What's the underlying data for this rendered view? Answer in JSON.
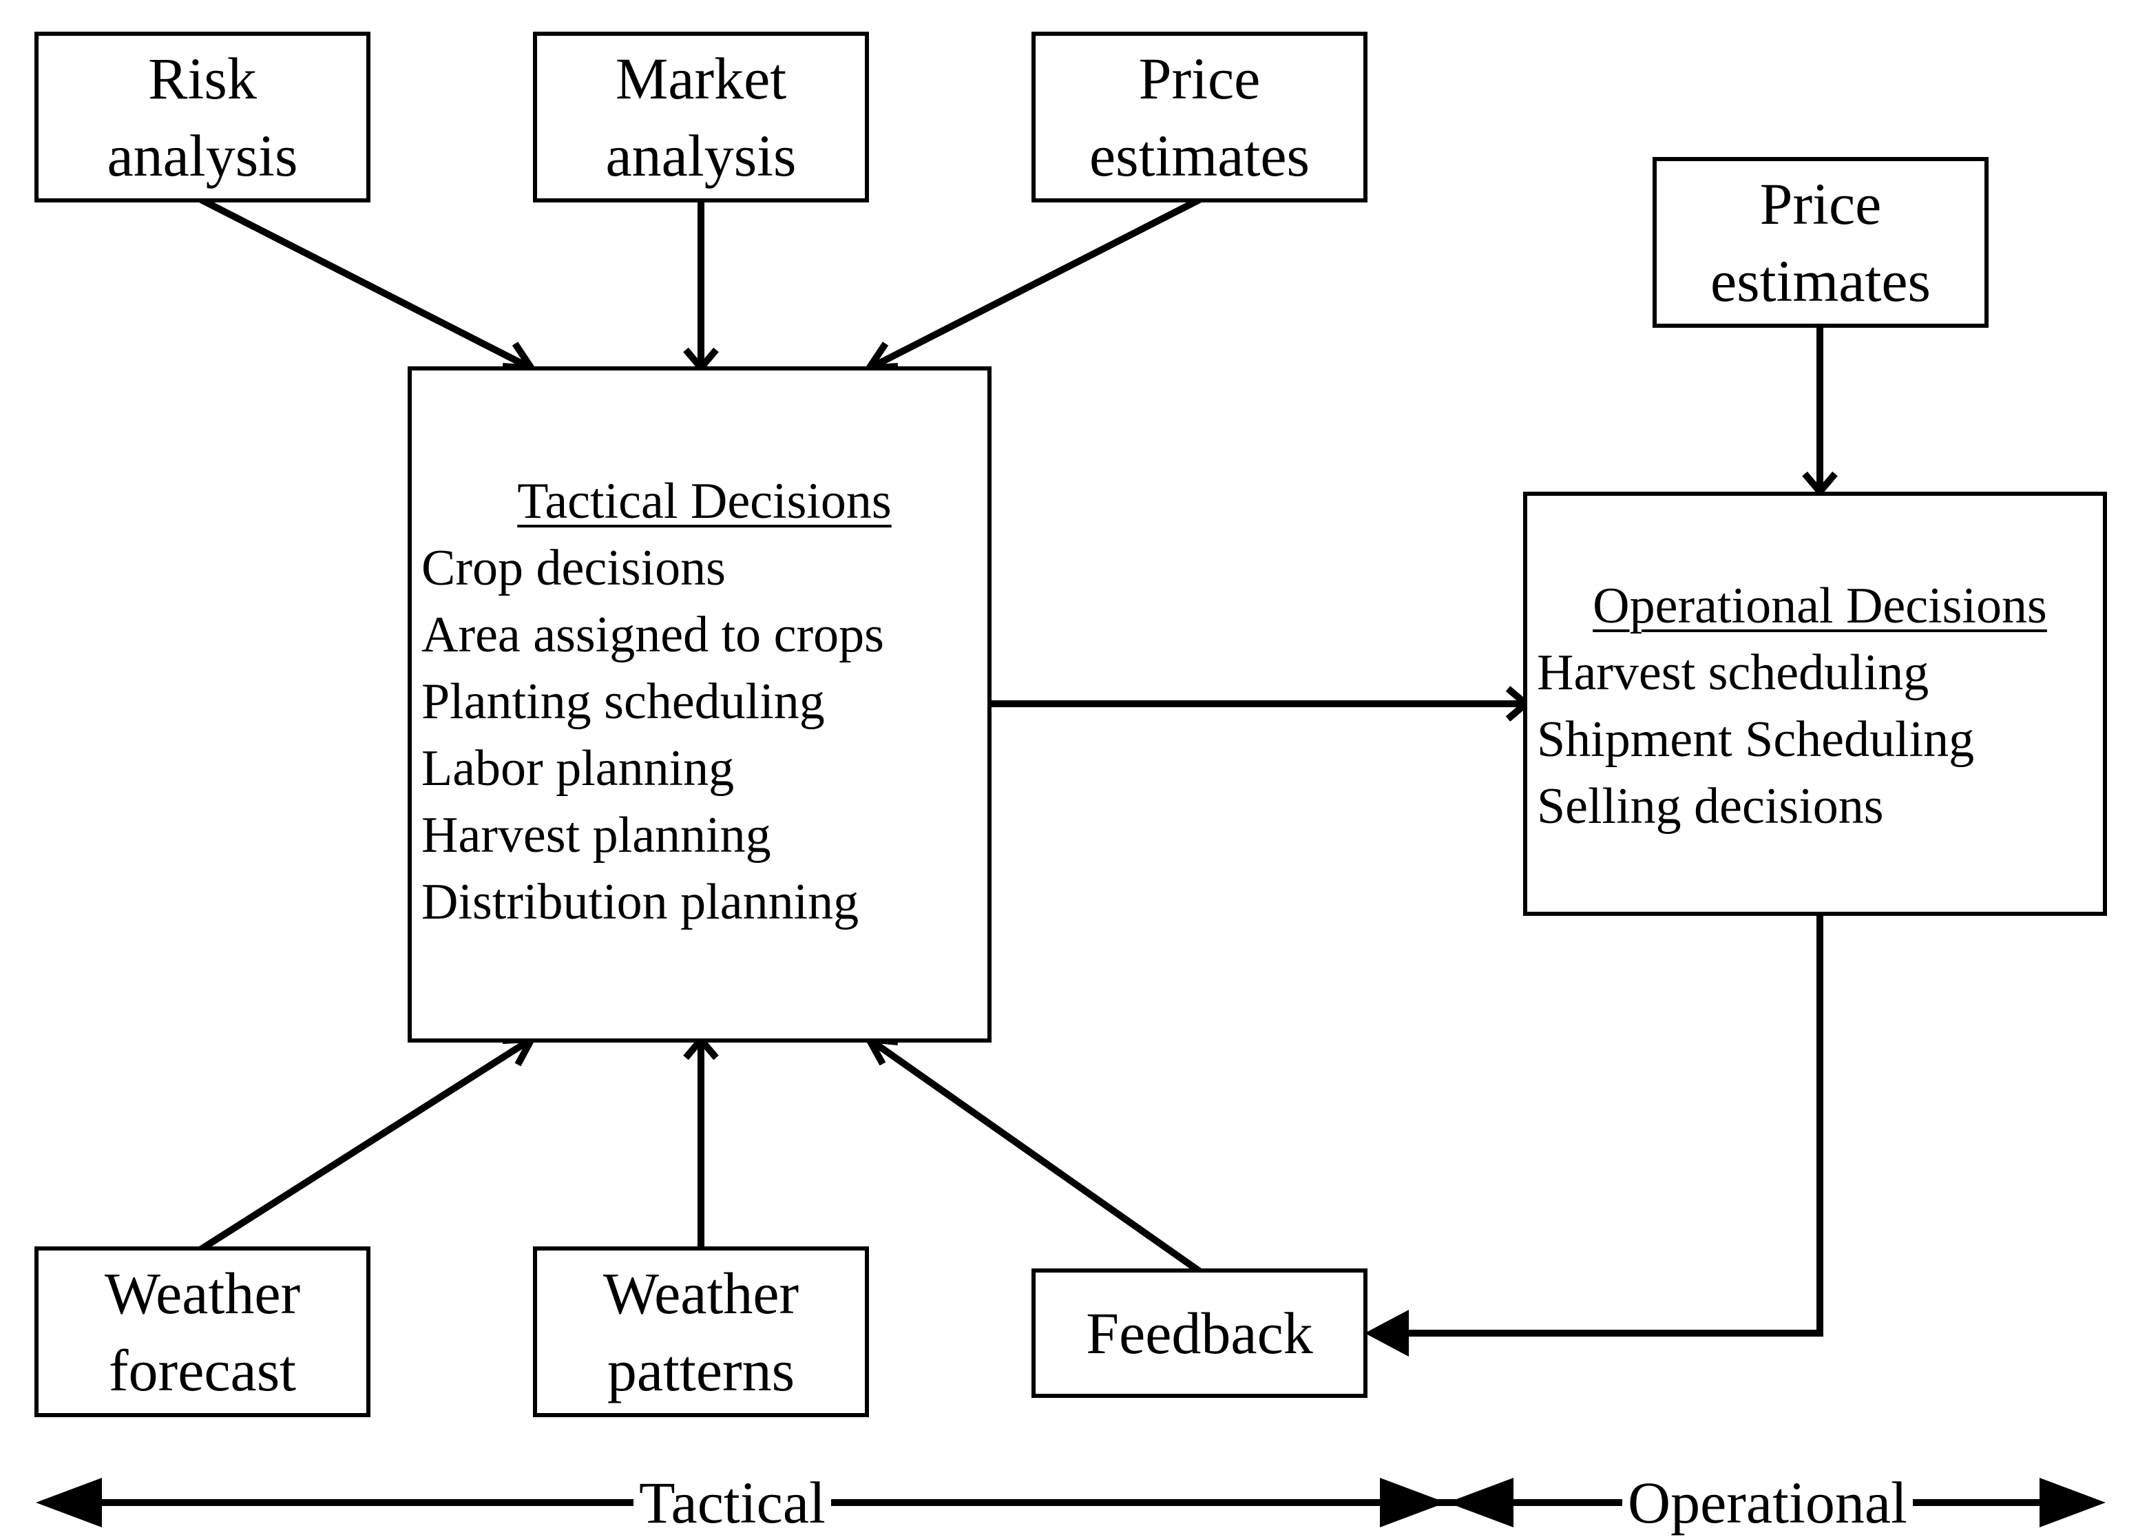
{
  "inputs_top": [
    {
      "line1": "Risk",
      "line2": "analysis"
    },
    {
      "line1": "Market",
      "line2": "analysis"
    },
    {
      "line1": "Price",
      "line2": "estimates"
    }
  ],
  "input_operational": {
    "line1": "Price",
    "line2": "estimates"
  },
  "tactical": {
    "title": "Tactical Decisions",
    "items": [
      "Crop decisions",
      "Area assigned to crops",
      "Planting scheduling",
      "Labor planning",
      "Harvest planning",
      "Distribution planning"
    ]
  },
  "operational": {
    "title": "Operational Decisions",
    "items": [
      "Harvest scheduling",
      "Shipment Scheduling",
      "Selling decisions"
    ]
  },
  "inputs_bottom": [
    {
      "line1": "Weather",
      "line2": "forecast"
    },
    {
      "line1": "Weather",
      "line2": "patterns"
    }
  ],
  "feedback": {
    "label": "Feedback"
  },
  "timeline": {
    "tactical_label": "Tactical",
    "operational_label": "Operational"
  }
}
